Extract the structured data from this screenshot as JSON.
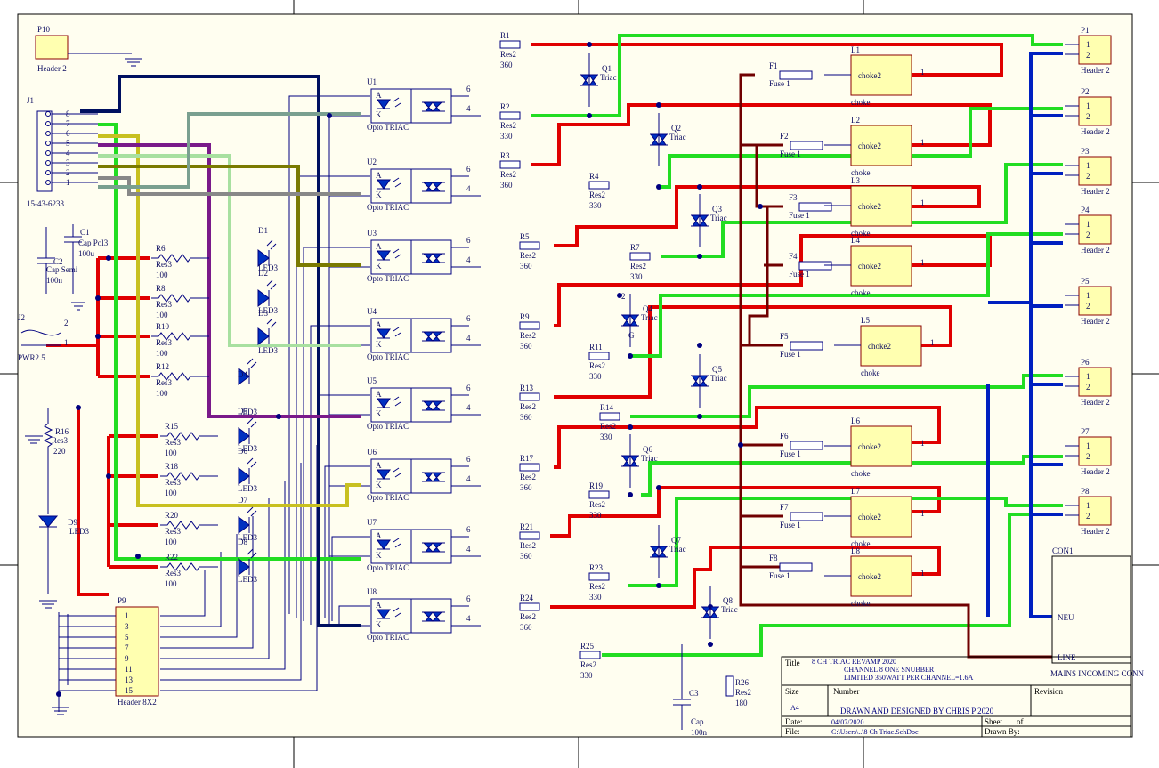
{
  "connectors": {
    "p10": {
      "ref": "P10",
      "desc": "Header 2"
    },
    "j1": {
      "ref": "J1",
      "part": "15-43-6233",
      "pins": [
        "8",
        "7",
        "6",
        "5",
        "4",
        "3",
        "2",
        "1"
      ]
    },
    "j2": {
      "ref": "J2",
      "desc": "PWR2.5",
      "pins": [
        "2",
        "1"
      ]
    },
    "p9": {
      "ref": "P9",
      "desc": "Header 8X2",
      "pins": [
        "1",
        "3",
        "5",
        "7",
        "9",
        "11",
        "13",
        "15"
      ]
    },
    "outputs": [
      {
        "ref": "P1",
        "desc": "Header 2"
      },
      {
        "ref": "P2",
        "desc": "Header 2"
      },
      {
        "ref": "P3",
        "desc": "Header 2"
      },
      {
        "ref": "P4",
        "desc": "Header 2"
      },
      {
        "ref": "P5",
        "desc": "Header 2"
      },
      {
        "ref": "P6",
        "desc": "Header 2"
      },
      {
        "ref": "P7",
        "desc": "Header 2"
      },
      {
        "ref": "P8",
        "desc": "Header 2"
      }
    ],
    "con1": {
      "ref": "CON1",
      "neu": "NEU",
      "line": "LINE",
      "caption": "MAINS INCOMING CONN"
    }
  },
  "caps": [
    {
      "ref": "C1",
      "val": "Cap Pol3",
      "val2": "100u"
    },
    {
      "ref": "C2",
      "val": "Cap Semi",
      "val2": "100n"
    },
    {
      "ref": "C3",
      "val": "Cap",
      "val2": "100n"
    }
  ],
  "leds": [
    {
      "ref": "D1",
      "type": "LED3"
    },
    {
      "ref": "D2",
      "type": "LED3"
    },
    {
      "ref": "D3",
      "type": "LED3"
    },
    {
      "ref": "D4",
      "type": "LED3"
    },
    {
      "ref": "D5",
      "type": "LED3"
    },
    {
      "ref": "D6",
      "type": "LED3"
    },
    {
      "ref": "D7",
      "type": "LED3"
    },
    {
      "ref": "D8",
      "type": "LED3"
    },
    {
      "ref": "D9",
      "type": "LED3"
    }
  ],
  "led_resistors": [
    {
      "ref": "R6",
      "type": "Res3",
      "val": "100"
    },
    {
      "ref": "R8",
      "type": "Res3",
      "val": "100"
    },
    {
      "ref": "R10",
      "type": "Res3",
      "val": "100"
    },
    {
      "ref": "R12",
      "type": "Res3",
      "val": "100"
    },
    {
      "ref": "R15",
      "type": "Res3",
      "val": "100"
    },
    {
      "ref": "R18",
      "type": "Res3",
      "val": "100"
    },
    {
      "ref": "R20",
      "type": "Res3",
      "val": "100"
    },
    {
      "ref": "R22",
      "type": "Res3",
      "val": "100"
    }
  ],
  "r16": {
    "ref": "R16",
    "type": "Res3",
    "val": "220"
  },
  "optos": [
    {
      "ref": "U1",
      "type": "Opto TRIAC"
    },
    {
      "ref": "U2",
      "type": "Opto TRIAC"
    },
    {
      "ref": "U3",
      "type": "Opto TRIAC"
    },
    {
      "ref": "U4",
      "type": "Opto TRIAC"
    },
    {
      "ref": "U5",
      "type": "Opto TRIAC"
    },
    {
      "ref": "U6",
      "type": "Opto TRIAC"
    },
    {
      "ref": "U7",
      "type": "Opto TRIAC"
    },
    {
      "ref": "U8",
      "type": "Opto TRIAC"
    }
  ],
  "opto_pins": {
    "a": "A",
    "k": "K",
    "p6": "6",
    "p4": "4"
  },
  "gate_resistors": [
    {
      "ref": "R1",
      "type": "Res2",
      "val": "360"
    },
    {
      "ref": "R3",
      "type": "Res2",
      "val": "360"
    },
    {
      "ref": "R5",
      "type": "Res2",
      "val": "360"
    },
    {
      "ref": "R9",
      "type": "Res2",
      "val": "360"
    },
    {
      "ref": "R13",
      "type": "Res2",
      "val": "360"
    },
    {
      "ref": "R17",
      "type": "Res2",
      "val": "360"
    },
    {
      "ref": "R21",
      "type": "Res2",
      "val": "360"
    },
    {
      "ref": "R24",
      "type": "Res2",
      "val": "360"
    }
  ],
  "bias_resistors": [
    {
      "ref": "R2",
      "type": "Res2",
      "val": "330"
    },
    {
      "ref": "R4",
      "type": "Res2",
      "val": "330"
    },
    {
      "ref": "R7",
      "type": "Res2",
      "val": "330"
    },
    {
      "ref": "R11",
      "type": "Res2",
      "val": "330"
    },
    {
      "ref": "R14",
      "type": "Res2",
      "val": "330"
    },
    {
      "ref": "R19",
      "type": "Res2",
      "val": "330"
    },
    {
      "ref": "R23",
      "type": "Res2",
      "val": "330"
    },
    {
      "ref": "R25",
      "type": "Res2",
      "val": "330"
    }
  ],
  "r26": {
    "ref": "R26",
    "type": "Res2",
    "val": "180"
  },
  "triacs": [
    {
      "ref": "Q1",
      "type": "Triac"
    },
    {
      "ref": "Q2",
      "type": "Triac"
    },
    {
      "ref": "Q3",
      "type": "Triac"
    },
    {
      "ref": "Q4",
      "type": "Triac",
      "gate": "G",
      "pin2": "2"
    },
    {
      "ref": "Q5",
      "type": "Triac"
    },
    {
      "ref": "Q6",
      "type": "Triac"
    },
    {
      "ref": "Q7",
      "type": "Triac"
    },
    {
      "ref": "Q8",
      "type": "Triac"
    }
  ],
  "fuses": [
    {
      "ref": "F1",
      "type": "Fuse 1"
    },
    {
      "ref": "F2",
      "type": "Fuse 1"
    },
    {
      "ref": "F3",
      "type": "Fuse 1"
    },
    {
      "ref": "F4",
      "type": "Fuse 1"
    },
    {
      "ref": "F5",
      "type": "Fuse 1"
    },
    {
      "ref": "F6",
      "type": "Fuse 1"
    },
    {
      "ref": "F7",
      "type": "Fuse 1"
    },
    {
      "ref": "F8",
      "type": "Fuse 1"
    }
  ],
  "chokes": [
    {
      "ref": "L1",
      "name": "choke2",
      "foot": "choke",
      "pin": "1"
    },
    {
      "ref": "L2",
      "name": "choke2",
      "foot": "choke",
      "pin": "1"
    },
    {
      "ref": "L3",
      "name": "choke2",
      "foot": "choke",
      "pin": "1"
    },
    {
      "ref": "L4",
      "name": "choke2",
      "foot": "choke",
      "pin": "1"
    },
    {
      "ref": "L5",
      "name": "choke2",
      "foot": "choke",
      "pin": "1"
    },
    {
      "ref": "L6",
      "name": "choke2",
      "foot": "choke",
      "pin": "1"
    },
    {
      "ref": "L7",
      "name": "choke2",
      "foot": "choke",
      "pin": "1"
    },
    {
      "ref": "L8",
      "name": "choke2",
      "foot": "choke",
      "pin": "1"
    }
  ],
  "header_pins": {
    "p1": "1",
    "p2": "2"
  },
  "title_block": {
    "title_label": "Title",
    "title_line1": "8 CH TRIAC REVAMP 2020",
    "title_line2": "CHANNEL 8 ONE SNUBBER",
    "title_line3": "LIMITED 350WATT PER CHANNEL=1.6A",
    "size_label": "Size",
    "size": "A4",
    "number_label": "Number",
    "number": "DRAWN AND DESIGNED BY CHRIS P 2020",
    "revision_label": "Revision",
    "date_label": "Date:",
    "date": "04/07/2020",
    "sheet_label": "Sheet",
    "of_label": "of",
    "file_label": "File:",
    "file": "C:\\Users\\..\\8 Ch Triac.SchDoc",
    "drawn_label": "Drawn By:"
  },
  "colors": {
    "sheet": "#fffef0",
    "wire": "#000080",
    "red": "#e00000",
    "green": "#22dd22",
    "blue": "#0020c0",
    "brown": "#700000",
    "part_fill": "#ffffb0"
  }
}
